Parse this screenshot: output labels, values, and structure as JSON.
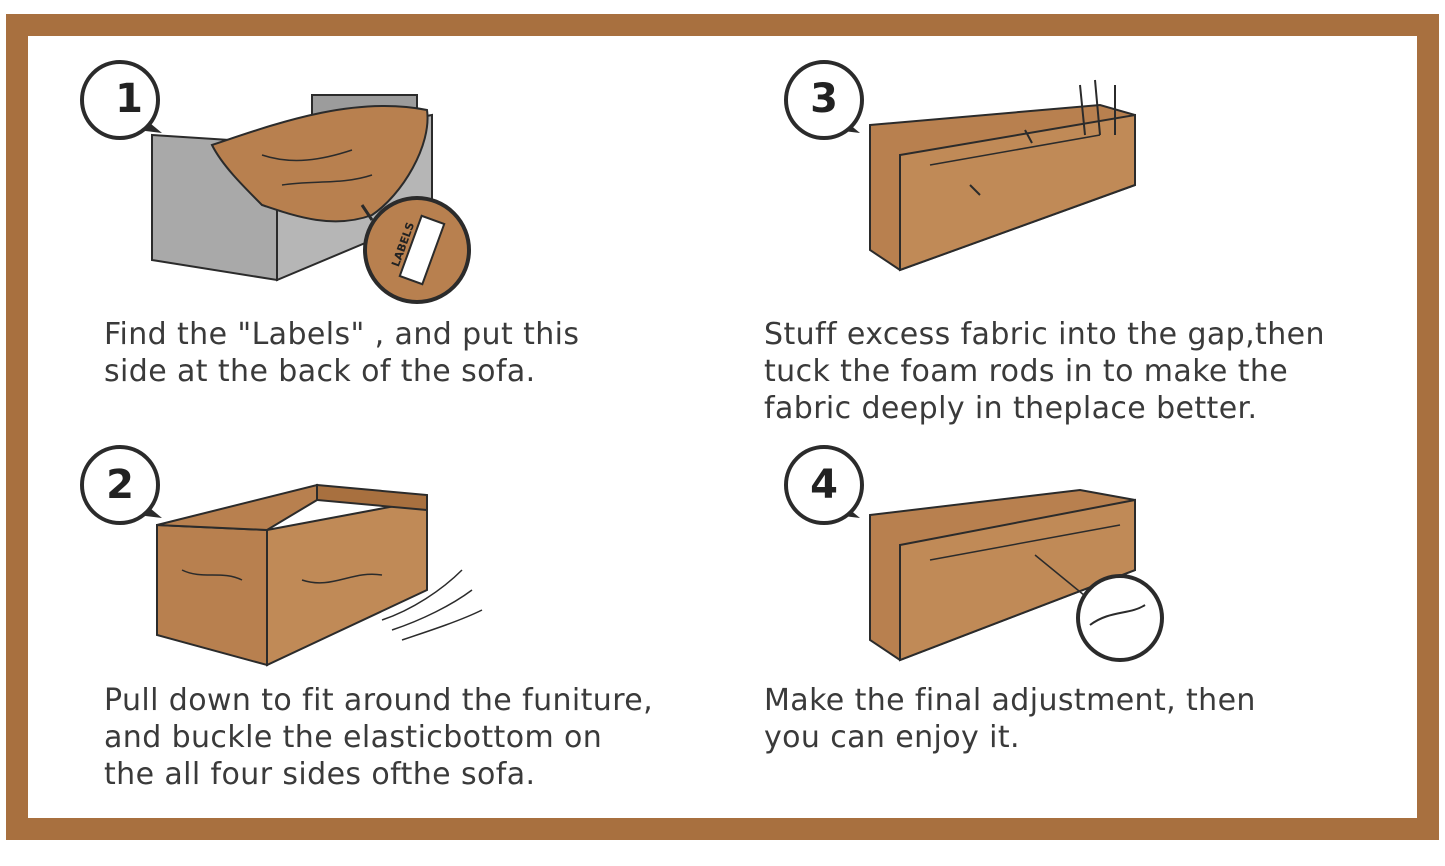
{
  "colors": {
    "frame": "#a8703f",
    "fabric": "#b8804f",
    "sofa_gray": "#a9a9a9",
    "outline": "#2b2b2b",
    "text": "#3a3a3a"
  },
  "steps": [
    {
      "number": "1",
      "lines": [
        "Find the \"Labels\" , and put this",
        "side at the back of the sofa."
      ],
      "label_tag": "LABELS"
    },
    {
      "number": "2",
      "lines": [
        "Pull down to fit around the funiture,",
        "and buckle the elasticbottom on",
        "the all four sides ofthe sofa."
      ]
    },
    {
      "number": "3",
      "lines": [
        "Stuff excess fabric into the gap,then",
        "tuck the foam rods in to make the",
        "fabric deeply in theplace better."
      ]
    },
    {
      "number": "4",
      "lines": [
        "Make the final adjustment, then",
        "you can enjoy it."
      ]
    }
  ]
}
